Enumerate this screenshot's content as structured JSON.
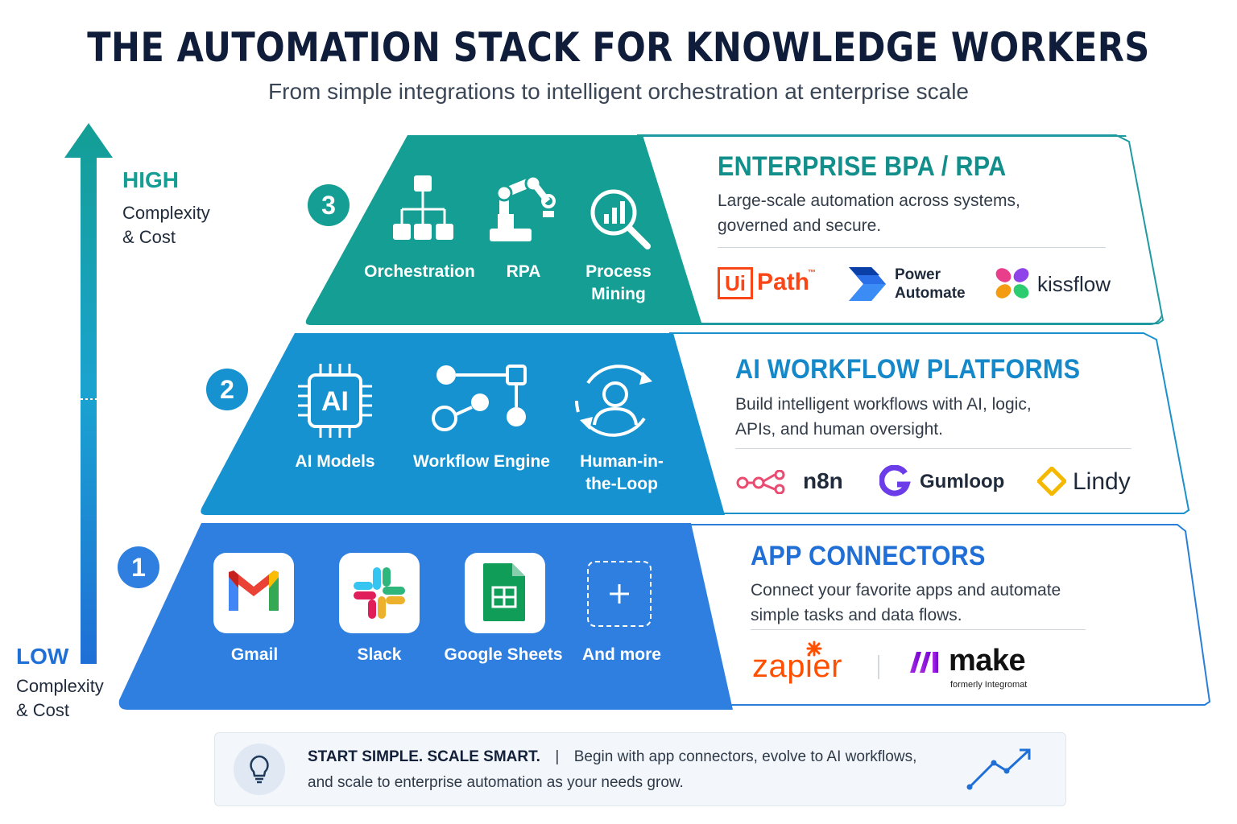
{
  "title": "THE AUTOMATION STACK FOR KNOWLEDGE WORKERS",
  "subtitle": "From simple integrations to intelligent orchestration at enterprise scale",
  "axis": {
    "high_label": "HIGH",
    "high_sub_1": "Complexity",
    "high_sub_2": "& Cost",
    "low_label": "LOW",
    "low_sub_1": "Complexity",
    "low_sub_2": "& Cost"
  },
  "colors": {
    "teal": "#149e94",
    "mid_blue": "#1592cf",
    "blue": "#2f7fe0",
    "dark_navy": "#0f1d3a"
  },
  "tiers": [
    {
      "number": "3",
      "title": "ENTERPRISE BPA / RPA",
      "desc_line1": "Large-scale automation across systems,",
      "desc_line2": "governed and secure.",
      "items": [
        {
          "label": "Orchestration",
          "icon": "hierarchy-icon"
        },
        {
          "label": "RPA",
          "icon": "robot-arm-icon"
        },
        {
          "label_1": "Process",
          "label_2": "Mining",
          "icon": "magnifier-chart-icon"
        }
      ],
      "logos": {
        "uipath_ui": "Ui",
        "uipath_path": "Path",
        "uipath_tm": "™",
        "power_1": "Power",
        "power_2": "Automate",
        "kissflow": "kissflow"
      }
    },
    {
      "number": "2",
      "title": "AI WORKFLOW PLATFORMS",
      "desc_line1": "Build intelligent workflows with AI, logic,",
      "desc_line2": "APIs, and human oversight.",
      "items": [
        {
          "label": "AI Models",
          "icon": "ai-chip-icon",
          "chip_text": "AI"
        },
        {
          "label": "Workflow Engine",
          "icon": "workflow-icon"
        },
        {
          "label_1": "Human-in-",
          "label_2": "the-Loop",
          "icon": "human-loop-icon"
        }
      ],
      "logos": {
        "n8n": "n8n",
        "gumloop": "Gumloop",
        "lindy": "Lindy"
      }
    },
    {
      "number": "1",
      "title": "APP CONNECTORS",
      "desc_line1": "Connect your favorite apps and automate",
      "desc_line2": "simple tasks and data flows.",
      "items": [
        {
          "label": "Gmail",
          "icon": "gmail-icon"
        },
        {
          "label": "Slack",
          "icon": "slack-icon"
        },
        {
          "label": "Google Sheets",
          "icon": "sheets-icon"
        },
        {
          "label": "And more",
          "icon": "plus-icon"
        }
      ],
      "logos": {
        "zapier": "zapier",
        "make": "make",
        "make_sub": "formerly Integromat"
      }
    }
  ],
  "banner": {
    "bold": "START SIMPLE. SCALE SMART.",
    "separator": "|",
    "text_1": "Begin with app connectors, evolve to AI workflows,",
    "text_2": "and scale to enterprise automation as your needs grow."
  }
}
